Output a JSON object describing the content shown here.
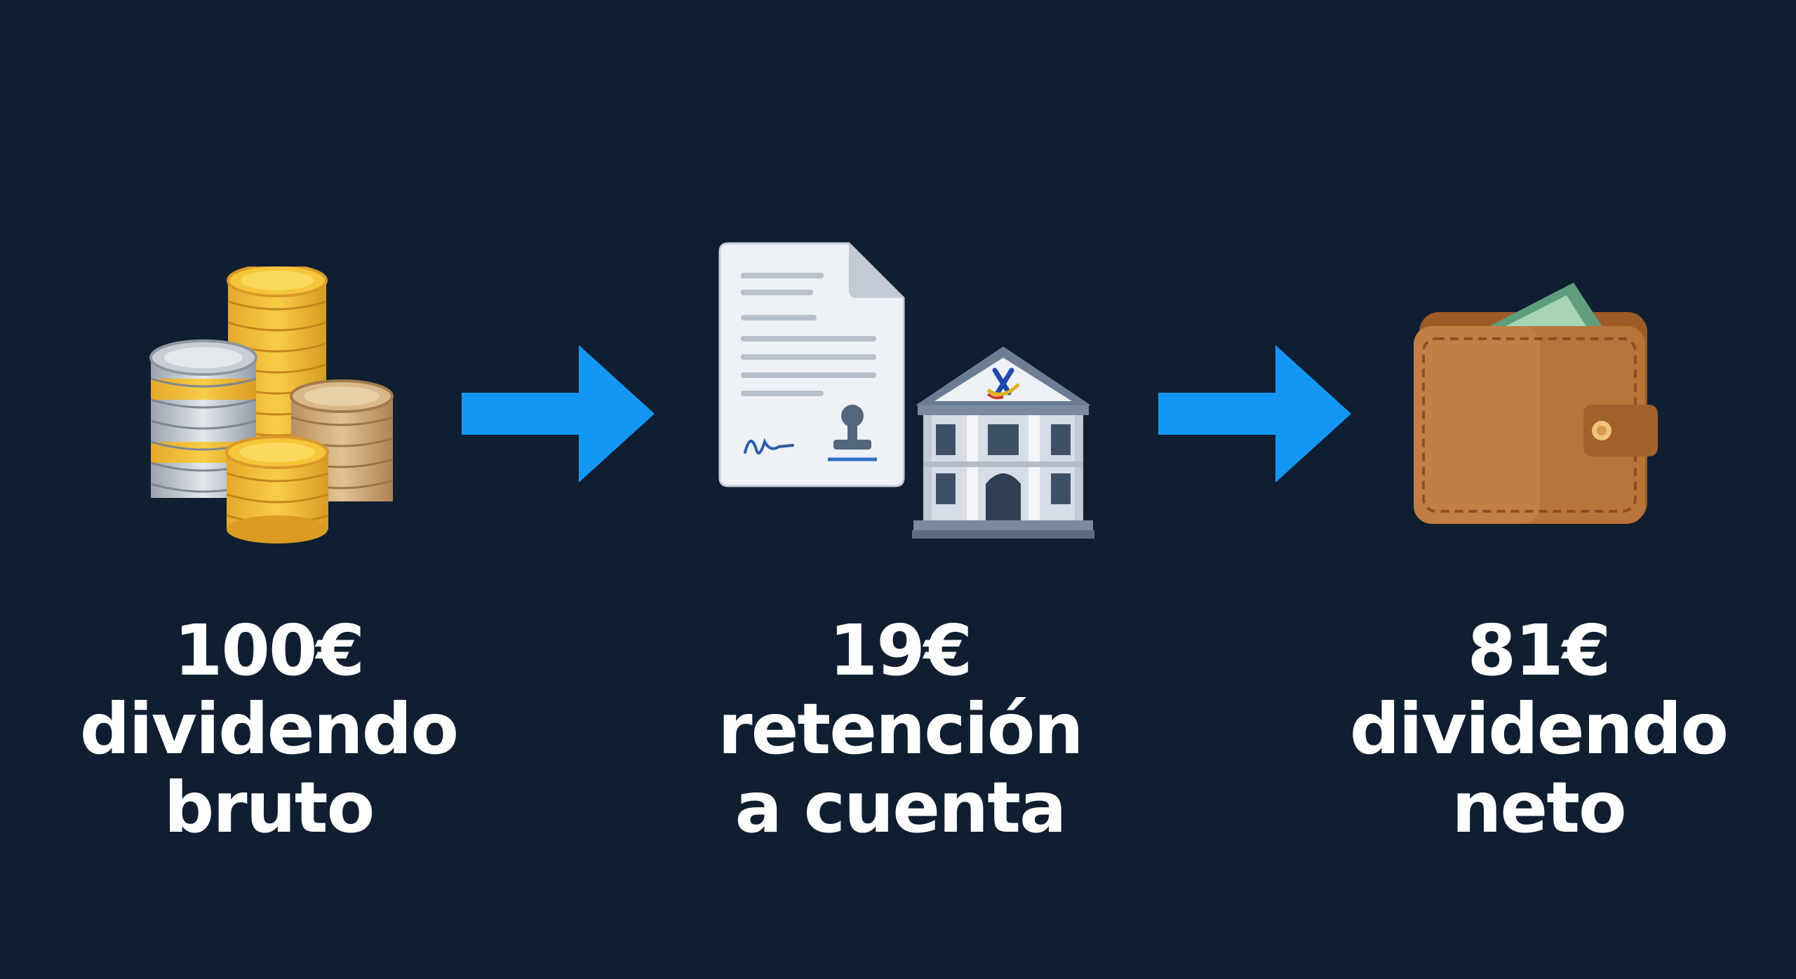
{
  "background_color": "#0f1f31",
  "arrow_color": "#1497f3",
  "steps": [
    {
      "icon": "coin-stacks-icon",
      "amount": "100€",
      "line1": "dividendo",
      "line2": "bruto"
    },
    {
      "icon": "signed-document-icon",
      "icon_secondary": "tax-agency-building-icon",
      "amount": "19€",
      "line1": "retención",
      "line2": "a cuenta"
    },
    {
      "icon": "wallet-with-cash-icon",
      "amount": "81€",
      "line1": "dividendo",
      "line2": "neto"
    }
  ],
  "arrows": [
    {
      "icon": "right-arrow-icon"
    },
    {
      "icon": "right-arrow-icon"
    }
  ]
}
